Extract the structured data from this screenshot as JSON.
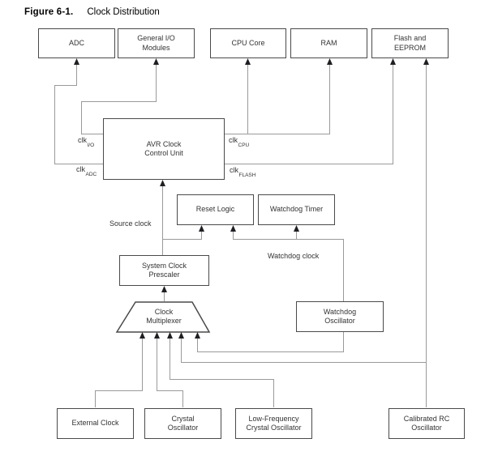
{
  "figure": {
    "label": "Figure 6-1.",
    "title": "Clock Distribution"
  },
  "nodes": {
    "adc": {
      "line1": "ADC",
      "line2": ""
    },
    "general_io": {
      "line1": "General I/O",
      "line2": "Modules"
    },
    "cpu_core": {
      "line1": "CPU Core",
      "line2": ""
    },
    "ram": {
      "line1": "RAM",
      "line2": ""
    },
    "flash_eeprom": {
      "line1": "Flash and",
      "line2": "EEPROM"
    },
    "avr_clock_ctrl": {
      "line1": "AVR Clock",
      "line2": "Control Unit"
    },
    "reset_logic": {
      "line1": "Reset Logic",
      "line2": ""
    },
    "watchdog_timer": {
      "line1": "Watchdog Timer",
      "line2": ""
    },
    "prescaler": {
      "line1": "System Clock",
      "line2": "Prescaler"
    },
    "clock_mux": {
      "line1": "Clock",
      "line2": "Multiplexer"
    },
    "watchdog_osc": {
      "line1": "Watchdog",
      "line2": "Oscillator"
    },
    "external_clock": {
      "line1": "External Clock",
      "line2": ""
    },
    "crystal_osc": {
      "line1": "Crystal",
      "line2": "Oscillator"
    },
    "lf_crystal_osc": {
      "line1": "Low-Frequency",
      "line2": "Crystal Oscillator"
    },
    "cal_rc_osc": {
      "line1": "Calibrated RC",
      "line2": "Oscillator"
    }
  },
  "signal_labels": {
    "clk_io": {
      "base": "clk",
      "sub": "I/O"
    },
    "clk_adc": {
      "base": "clk",
      "sub": "ADC"
    },
    "clk_cpu": {
      "base": "clk",
      "sub": "CPU"
    },
    "clk_flash": {
      "base": "clk",
      "sub": "FLASH"
    },
    "source_clock": "Source clock",
    "watchdog_clock": "Watchdog clock"
  },
  "colors": {
    "box_border": "#4a4a4a",
    "connector": "#9a9a9a",
    "arrowhead": "#1f1f23",
    "text": "#333333"
  }
}
